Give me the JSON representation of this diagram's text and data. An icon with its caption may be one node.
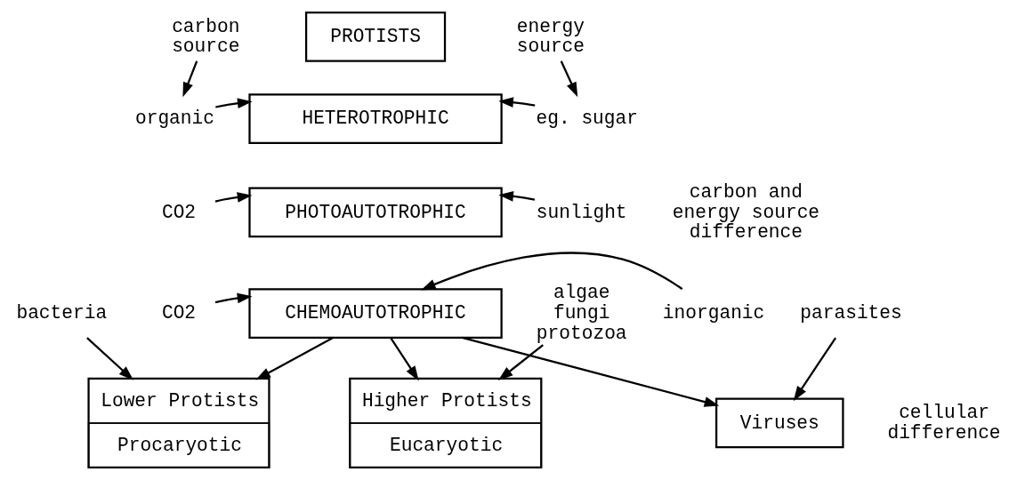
{
  "diagram": {
    "nodes": [
      {
        "text": [
          "PROTISTS"
        ]
      },
      {
        "text": [
          "HETEROTROPHIC"
        ]
      },
      {
        "text": [
          "PHOTOAUTOTROPHIC"
        ]
      },
      {
        "text": [
          "CHEMOAUTOTROPHIC"
        ]
      },
      {
        "text": [
          "Lower Protists",
          "Procaryotic"
        ]
      },
      {
        "text": [
          "Higher Protists",
          "Eucaryotic"
        ]
      },
      {
        "text": [
          "Viruses"
        ]
      },
      {
        "text": [
          "carbon source"
        ]
      },
      {
        "text": [
          "energy source"
        ]
      },
      {
        "text": [
          "organic"
        ]
      },
      {
        "text": [
          "CO2"
        ]
      },
      {
        "text": [
          "CO2"
        ]
      },
      {
        "text": [
          "eg. sugar"
        ]
      },
      {
        "text": [
          "sunlight"
        ]
      },
      {
        "text": [
          "inorganic"
        ]
      },
      {
        "text": [
          "bacteria"
        ]
      },
      {
        "text": [
          "algae fungi protozoa"
        ]
      },
      {
        "text": [
          "parasites"
        ]
      }
    ],
    "edges": [
      {
        "from": 7,
        "to": 9,
        "arrow": "to"
      },
      {
        "from": 8,
        "to": 12,
        "arrow": "to"
      },
      {
        "from": 9,
        "to": 1,
        "arrow": "to"
      },
      {
        "from": 12,
        "to": 1,
        "arrow": "to"
      },
      {
        "from": 10,
        "to": 2,
        "arrow": "to"
      },
      {
        "from": 13,
        "to": 2,
        "arrow": "to"
      },
      {
        "from": 11,
        "to": 3,
        "arrow": "to"
      },
      {
        "from": 14,
        "to": 3,
        "arrow": "to"
      },
      {
        "from": 3,
        "to": 4,
        "arrow": "to"
      },
      {
        "from": 3,
        "to": 5,
        "arrow": "to"
      },
      {
        "from": 3,
        "to": 6,
        "arrow": "to"
      },
      {
        "from": 15,
        "to": 4,
        "arrow": "to"
      },
      {
        "from": 16,
        "to": 5,
        "arrow": "to"
      },
      {
        "from": 17,
        "to": 6,
        "arrow": "to"
      }
    ],
    "labels": [
      "carbon and energy source difference",
      "cellular difference"
    ]
  }
}
